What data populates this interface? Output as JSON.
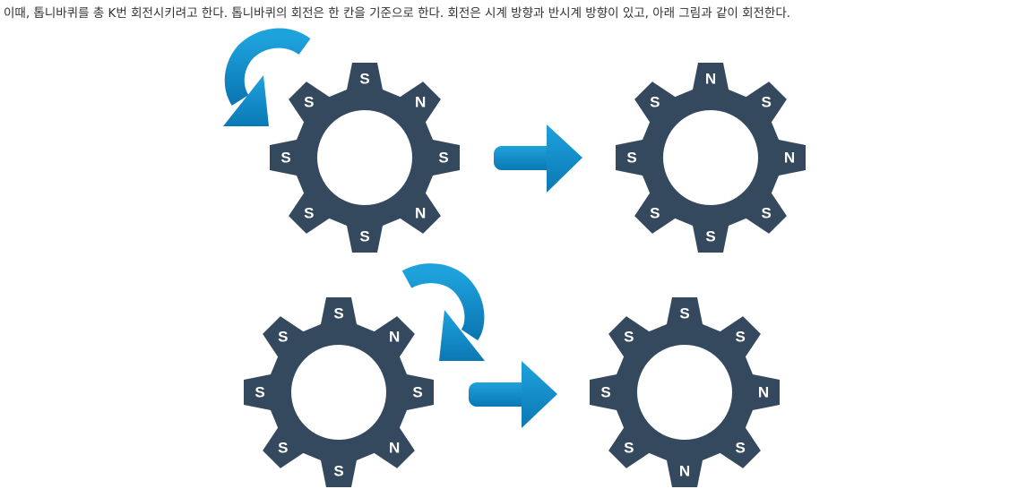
{
  "caption": "이때, 톱니바퀴를 총 K번 회전시키려고 한다. 톱니바퀴의 회전은 한 칸을 기준으로 한다. 회전은 시계 방향과 반시계 방향이 있고, 아래 그림과 같이 회전한다.",
  "colors": {
    "gear": "#34495e",
    "arrow_light": "#1ea2dc",
    "arrow_dark": "#0b78b4"
  },
  "examples": [
    {
      "direction": "counterclockwise",
      "before": [
        "S",
        "N",
        "S",
        "N",
        "S",
        "S",
        "S",
        "S"
      ],
      "after": [
        "N",
        "S",
        "N",
        "S",
        "S",
        "S",
        "S",
        "S"
      ]
    },
    {
      "direction": "clockwise",
      "before": [
        "S",
        "N",
        "S",
        "N",
        "S",
        "S",
        "S",
        "S"
      ],
      "after": [
        "S",
        "S",
        "N",
        "S",
        "N",
        "S",
        "S",
        "S"
      ]
    }
  ]
}
